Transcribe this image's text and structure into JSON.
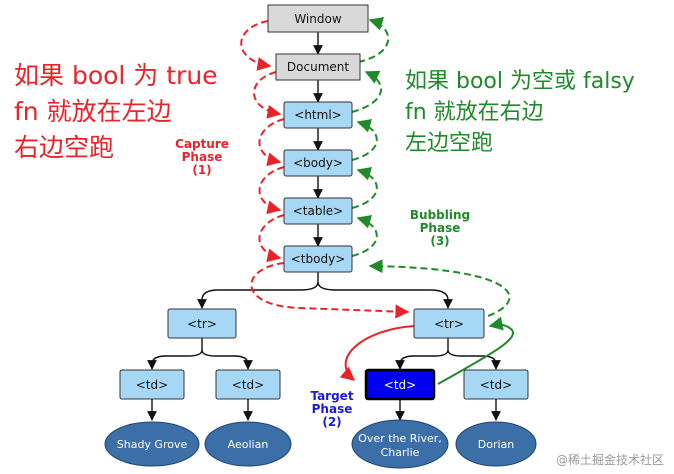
{
  "nodes": {
    "window": "Window",
    "document": "Document",
    "html": "<html>",
    "body": "<body>",
    "table": "<table>",
    "tbody": "<tbody>",
    "tr_left": "<tr>",
    "tr_right": "<tr>",
    "td_1": "<td>",
    "td_2": "<td>",
    "td_target": "<td>",
    "td_4": "<td>",
    "leaf_1": "Shady Grove",
    "leaf_2": "Aeolian",
    "leaf_3_line1": "Over the River,",
    "leaf_3_line2": "Charlie",
    "leaf_4": "Dorian"
  },
  "notes": {
    "red_line1": "如果 bool 为 true",
    "red_line2": "fn 就放在左边",
    "red_line3": "右边空跑",
    "green_line1": "如果 bool 为空或 falsy",
    "green_line2": "fn 就放在右边",
    "green_line3": "左边空跑"
  },
  "phases": {
    "capture_line1": "Capture",
    "capture_line2": "Phase",
    "capture_line3": "(1)",
    "bubbling_line1": "Bubbling",
    "bubbling_line2": "Phase",
    "bubbling_line3": "(3)",
    "target_line1": "Target",
    "target_line2": "Phase",
    "target_line3": "(2)"
  },
  "watermark": "@稀土掘金技术社区",
  "colors": {
    "capture": "#e8242a",
    "bubbling": "#1f8a2a",
    "target": "#1a1ad8",
    "node_fill": "#a6d7f5",
    "grey_node_fill": "#d9d9d9",
    "target_node_fill": "#0000ee",
    "leaf_fill": "#3c6fa8"
  }
}
